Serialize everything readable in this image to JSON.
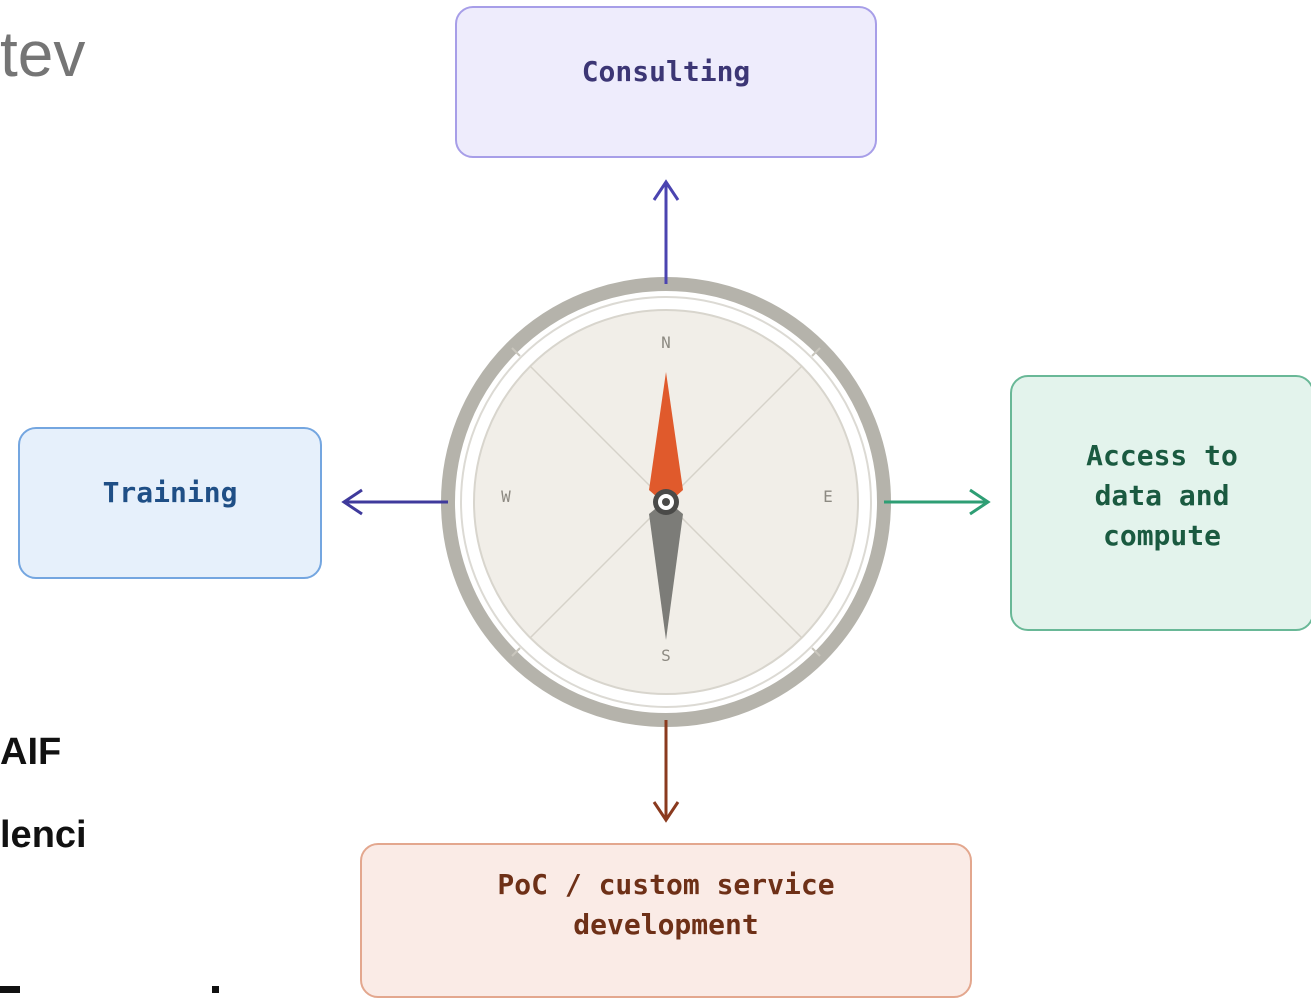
{
  "background": {
    "title_fragment": "tev",
    "lines": [
      "AIF",
      "lenci"
    ]
  },
  "compass": {
    "north": "N",
    "south": "S",
    "east": "E",
    "west": "W",
    "colors": {
      "ring": "#b5b3ab",
      "face": "#f1eee8",
      "needle_north": "#e05a2c",
      "needle_south": "#7c7c78"
    }
  },
  "boxes": {
    "consulting": "Consulting",
    "training": "Training",
    "access": "Access to\ndata and\ncompute",
    "poc": "PoC / custom service\ndevelopment"
  },
  "arrow_colors": {
    "north": "#4b44b0",
    "west": "#3f3a9c",
    "east": "#2e9e74",
    "south": "#8a3a1e"
  }
}
